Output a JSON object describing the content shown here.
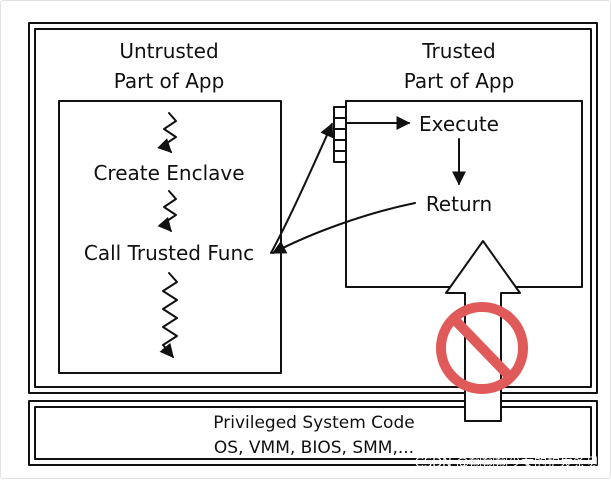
{
  "diagram": {
    "untrusted_title": [
      "Untrusted",
      "Part of App"
    ],
    "trusted_title": [
      "Trusted",
      "Part of App"
    ],
    "create_enclave": "Create Enclave",
    "call_trusted_func": "Call Trusted Func",
    "execute": "Execute",
    "return": "Return",
    "privileged_title": "Privileged System Code",
    "privileged_items": "OS, VMM, BIOS, SMM,...",
    "prohibited_sign_color": "#e05a5a",
    "watermark": "CSDN @翔翔翔少女的护发条贝"
  }
}
